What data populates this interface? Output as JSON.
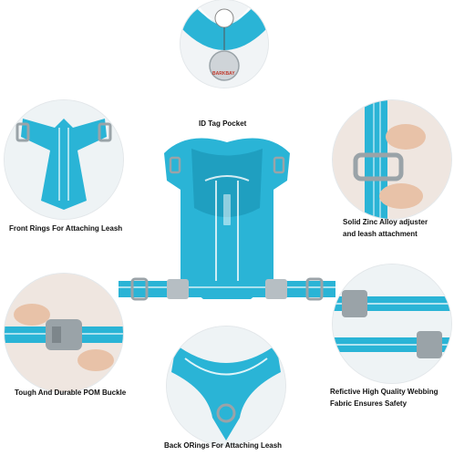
{
  "brand": {
    "tag_text": "BARKBAY",
    "accent": "#2ab4d6",
    "buckle": "#9aa3a8"
  },
  "captions": {
    "id_tag": "ID Tag Pocket",
    "front_rings": "Front Rings For Attaching Leash",
    "zinc_line1": "Solid Zinc Alloy adjuster",
    "zinc_line2": "and leash attachment",
    "pom_buckle": "Tough And Durable POM Buckle",
    "back_rings": "Back ORings For Attaching Leash",
    "webbing_line1": "Refictive High Quality Webbing",
    "webbing_line2": "Fabric Ensures Safety"
  }
}
